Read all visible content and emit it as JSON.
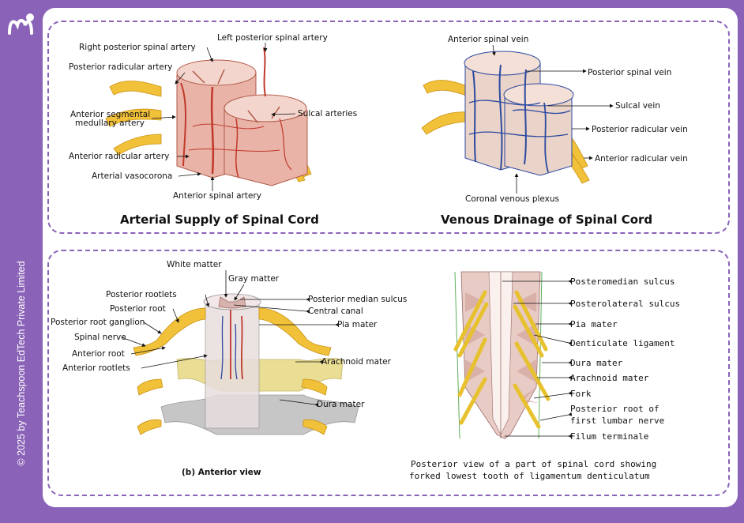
{
  "brand": {
    "copyright": "© 2025 by Teachspoon EdTech Private Limited",
    "accent": "#8a63b8"
  },
  "arterial": {
    "title": "Arterial Supply of Spinal Cord",
    "labels": {
      "right_posterior_spinal_artery": "Right posterior spinal artery",
      "left_posterior_spinal_artery": "Left posterior spinal artery",
      "posterior_radicular_artery": "Posterior radicular artery",
      "anterior_segmental_medullary_artery_1": "Anterior segmental",
      "anterior_segmental_medullary_artery_2": "medullary artery",
      "sulcal_arteries": "Sulcal arteries",
      "anterior_radicular_artery": "Anterior radicular artery",
      "arterial_vasocorona": "Arterial vasocorona",
      "anterior_spinal_artery": "Anterior spinal artery"
    }
  },
  "venous": {
    "title": "Venous Drainage of Spinal Cord",
    "labels": {
      "anterior_spinal_vein": "Anterior spinal vein",
      "posterior_spinal_vein": "Posterior spinal vein",
      "sulcal_vein": "Sulcal vein",
      "posterior_radicular_vein": "Posterior radicular vein",
      "anterior_radicular_vein": "Anterior radicular vein",
      "coronal_venous_plexus": "Coronal venous plexus"
    }
  },
  "meninges": {
    "caption": "(b) Anterior view",
    "labels": {
      "white_matter": "White matter",
      "gray_matter": "Gray matter",
      "posterior_rootlets": "Posterior rootlets",
      "posterior_root": "Posterior root",
      "posterior_root_ganglion": "Posterior root ganglion",
      "spinal_nerve": "Spinal nerve",
      "anterior_root": "Anterior root",
      "anterior_rootlets": "Anterior rootlets",
      "posterior_median_sulcus": "Posterior median sulcus",
      "central_canal": "Central canal",
      "pia_mater": "Pia mater",
      "arachnoid_mater": "Arachnoid mater",
      "dura_mater": "Dura mater"
    }
  },
  "posterior_view": {
    "caption_line1": "Posterior view of a part of spinal cord showing",
    "caption_line2": "forked lowest tooth of ligamentum denticulatum",
    "labels": {
      "posteromedian_sulcus": "Posteromedian sulcus",
      "posterolateral_sulcus": "Posterolateral sulcus",
      "pia_mater": "Pia mater",
      "denticulate_ligament": "Denticulate ligament",
      "dura_mater": "Dura mater",
      "arachnoid_mater": "Arachnoid mater",
      "fork": "Fork",
      "posterior_root_1": "Posterior root of",
      "posterior_root_2": "first lumbar nerve",
      "filum_terminale": "Filum terminale"
    }
  }
}
